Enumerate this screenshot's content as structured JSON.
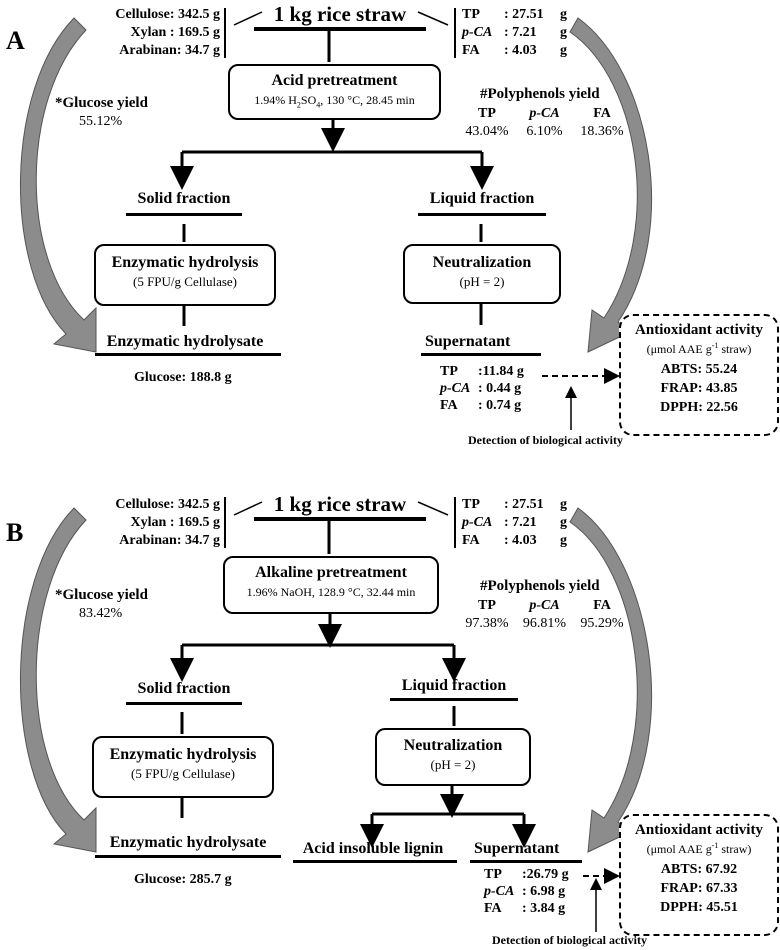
{
  "panelA": {
    "label": "A",
    "feed": "1 kg rice straw",
    "composition": [
      {
        "name": "Cellulose:",
        "value": "342.5 g"
      },
      {
        "name": "Xylan :",
        "value": "169.5 g"
      },
      {
        "name": "Arabinan:",
        "value": "34.7 g"
      }
    ],
    "phenolics": [
      {
        "name": "TP",
        "value": ": 27.51",
        "unit": "g"
      },
      {
        "name": "p-CA",
        "value": ": 7.21",
        "unit": "g"
      },
      {
        "name": "FA",
        "value": ": 4.03",
        "unit": "g"
      }
    ],
    "pretreatment": {
      "title": "Acid pretreatment",
      "conditions_pre": "1.94% H",
      "sub1": "2",
      "mid": "SO",
      "sub2": "4",
      "conditions_post": ", 130 °C, 28.45 min"
    },
    "glucose_yield": {
      "label": "*Glucose yield",
      "value": "55.12%"
    },
    "polyphenols_yield": {
      "label": "#Polyphenols yield",
      "headers": [
        "TP",
        "p-CA",
        "FA"
      ],
      "values": [
        "43.04%",
        "6.10%",
        "18.36%"
      ]
    },
    "solid_fraction": "Solid fraction",
    "liquid_fraction": "Liquid fraction",
    "hydrolysis": {
      "title": "Enzymatic hydrolysis",
      "sub": "(5 FPU/g Cellulase)"
    },
    "neutralization": {
      "title": "Neutralization",
      "sub": "(pH = 2)"
    },
    "hydrolysate": "Enzymatic hydrolysate",
    "glucose": "Glucose: 188.8 g",
    "supernatant": "Supernatant",
    "supernatant_values": [
      {
        "name": "TP",
        "value": ":11.84 g"
      },
      {
        "name": "p-CA",
        "value": ": 0.44 g"
      },
      {
        "name": "FA",
        "value": ": 0.74 g"
      }
    ],
    "detection": "Detection of biological activity",
    "antioxidant": {
      "title": "Antioxidant activity",
      "unit_pre": "(μmol AAE g",
      "unit_sup": "-1",
      "unit_post": " straw)",
      "values": [
        "ABTS: 55.24",
        "FRAP: 43.85",
        "DPPH: 22.56"
      ]
    }
  },
  "panelB": {
    "label": "B",
    "feed": "1 kg rice straw",
    "composition": [
      {
        "name": "Cellulose:",
        "value": "342.5 g"
      },
      {
        "name": "Xylan :",
        "value": "169.5 g"
      },
      {
        "name": "Arabinan:",
        "value": "34.7 g"
      }
    ],
    "phenolics": [
      {
        "name": "TP",
        "value": ": 27.51",
        "unit": "g"
      },
      {
        "name": "p-CA",
        "value": ": 7.21",
        "unit": "g"
      },
      {
        "name": "FA",
        "value": ": 4.03",
        "unit": "g"
      }
    ],
    "pretreatment": {
      "title": "Alkaline pretreatment",
      "conditions": "1.96% NaOH, 128.9 °C, 32.44 min"
    },
    "glucose_yield": {
      "label": "*Glucose yield",
      "value": "83.42%"
    },
    "polyphenols_yield": {
      "label": "#Polyphenols yield",
      "headers": [
        "TP",
        "p-CA",
        "FA"
      ],
      "values": [
        "97.38%",
        "96.81%",
        "95.29%"
      ]
    },
    "solid_fraction": "Solid fraction",
    "liquid_fraction": "Liquid fraction",
    "hydrolysis": {
      "title": "Enzymatic hydrolysis",
      "sub": "(5 FPU/g Cellulase)"
    },
    "neutralization": {
      "title": "Neutralization",
      "sub": "(pH = 2)"
    },
    "hydrolysate": "Enzymatic hydrolysate",
    "glucose": "Glucose: 285.7 g",
    "lignin": "Acid insoluble lignin",
    "supernatant": "Supernatant",
    "supernatant_values": [
      {
        "name": "TP",
        "value": ":26.79 g"
      },
      {
        "name": "p-CA",
        "value": ": 6.98 g"
      },
      {
        "name": "FA",
        "value": ": 3.84 g"
      }
    ],
    "detection": "Detection of biological activity",
    "antioxidant": {
      "title": "Antioxidant activity",
      "unit_pre": "(μmol AAE g",
      "unit_sup": "-1",
      "unit_post": " straw)",
      "values": [
        "ABTS: 67.92",
        "FRAP: 67.33",
        "DPPH: 45.51"
      ]
    }
  },
  "colors": {
    "curved_arrow_fill": "#8c8c8c",
    "curved_arrow_stroke": "#555555"
  }
}
